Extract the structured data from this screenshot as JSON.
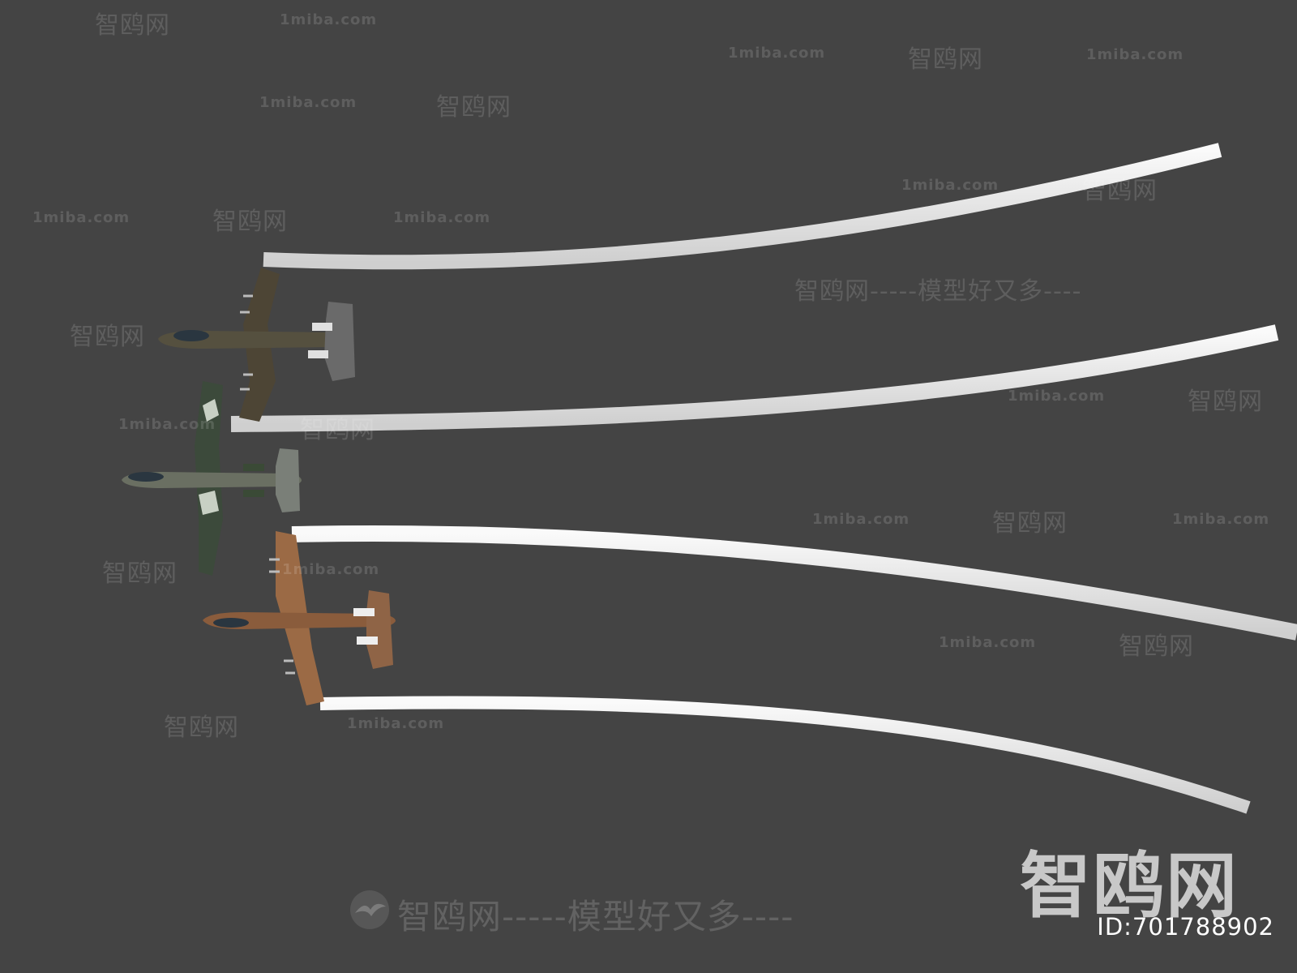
{
  "watermarks": {
    "brand": "智鸥网",
    "slogan_line": "智鸥网-----模型好又多----",
    "url": "1miba.com",
    "dashes": "------"
  },
  "brand_block": {
    "logo_text": "智鸥网",
    "id_text": "ID:701788902"
  },
  "colors": {
    "background": "#444444",
    "trail": "#e6e6e6",
    "aircraft_top": "#5a5040",
    "aircraft_middle": "#3e4a3c",
    "aircraft_bottom": "#9b6a45"
  },
  "aircraft": [
    {
      "name": "aircraft-dark-camo",
      "icon": "jet-icon"
    },
    {
      "name": "aircraft-green-camo",
      "icon": "jet-icon"
    },
    {
      "name": "aircraft-desert-camo",
      "icon": "jet-icon"
    }
  ]
}
